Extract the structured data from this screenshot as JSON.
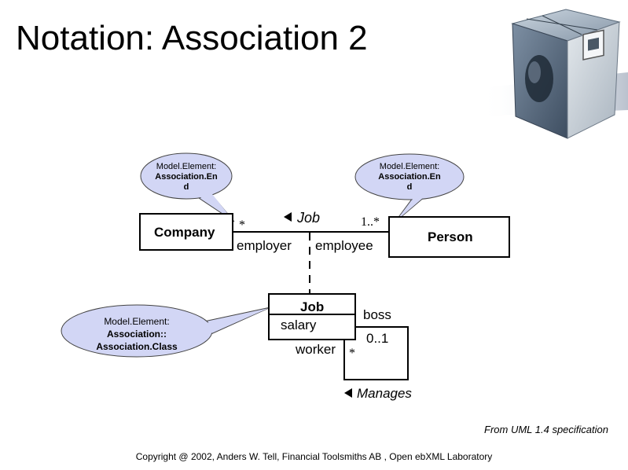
{
  "slide": {
    "title": "Notation: Association 2",
    "caption": "From UML 1.4 specification",
    "footer": "Copyright @ 2002, Anders W. Tell, Financial Toolsmiths AB , Open ebXML Laboratory"
  },
  "callouts": {
    "left_end": {
      "line1": "Model.Element:",
      "line2": "Association.En",
      "line3": "d"
    },
    "right_end": {
      "line1": "Model.Element:",
      "line2": "Association.En",
      "line3": "d"
    },
    "assoc_class": {
      "line1": "Model.Element:",
      "line2": "Association::",
      "line3": "Association.Class"
    }
  },
  "diagram": {
    "company": "Company",
    "person": "Person",
    "job_class": "Job",
    "job_attr": "salary",
    "assoc_name": "Job",
    "role_employer": "employer",
    "role_employee": "employee",
    "mult_company": "*",
    "mult_person": "1..*",
    "role_boss": "boss",
    "role_worker": "worker",
    "mult_boss": "0..1",
    "mult_worker": "*",
    "self_assoc_name": "Manages"
  },
  "colors": {
    "callout_fill": "#d2d6f5",
    "callout_stroke": "#444444"
  }
}
